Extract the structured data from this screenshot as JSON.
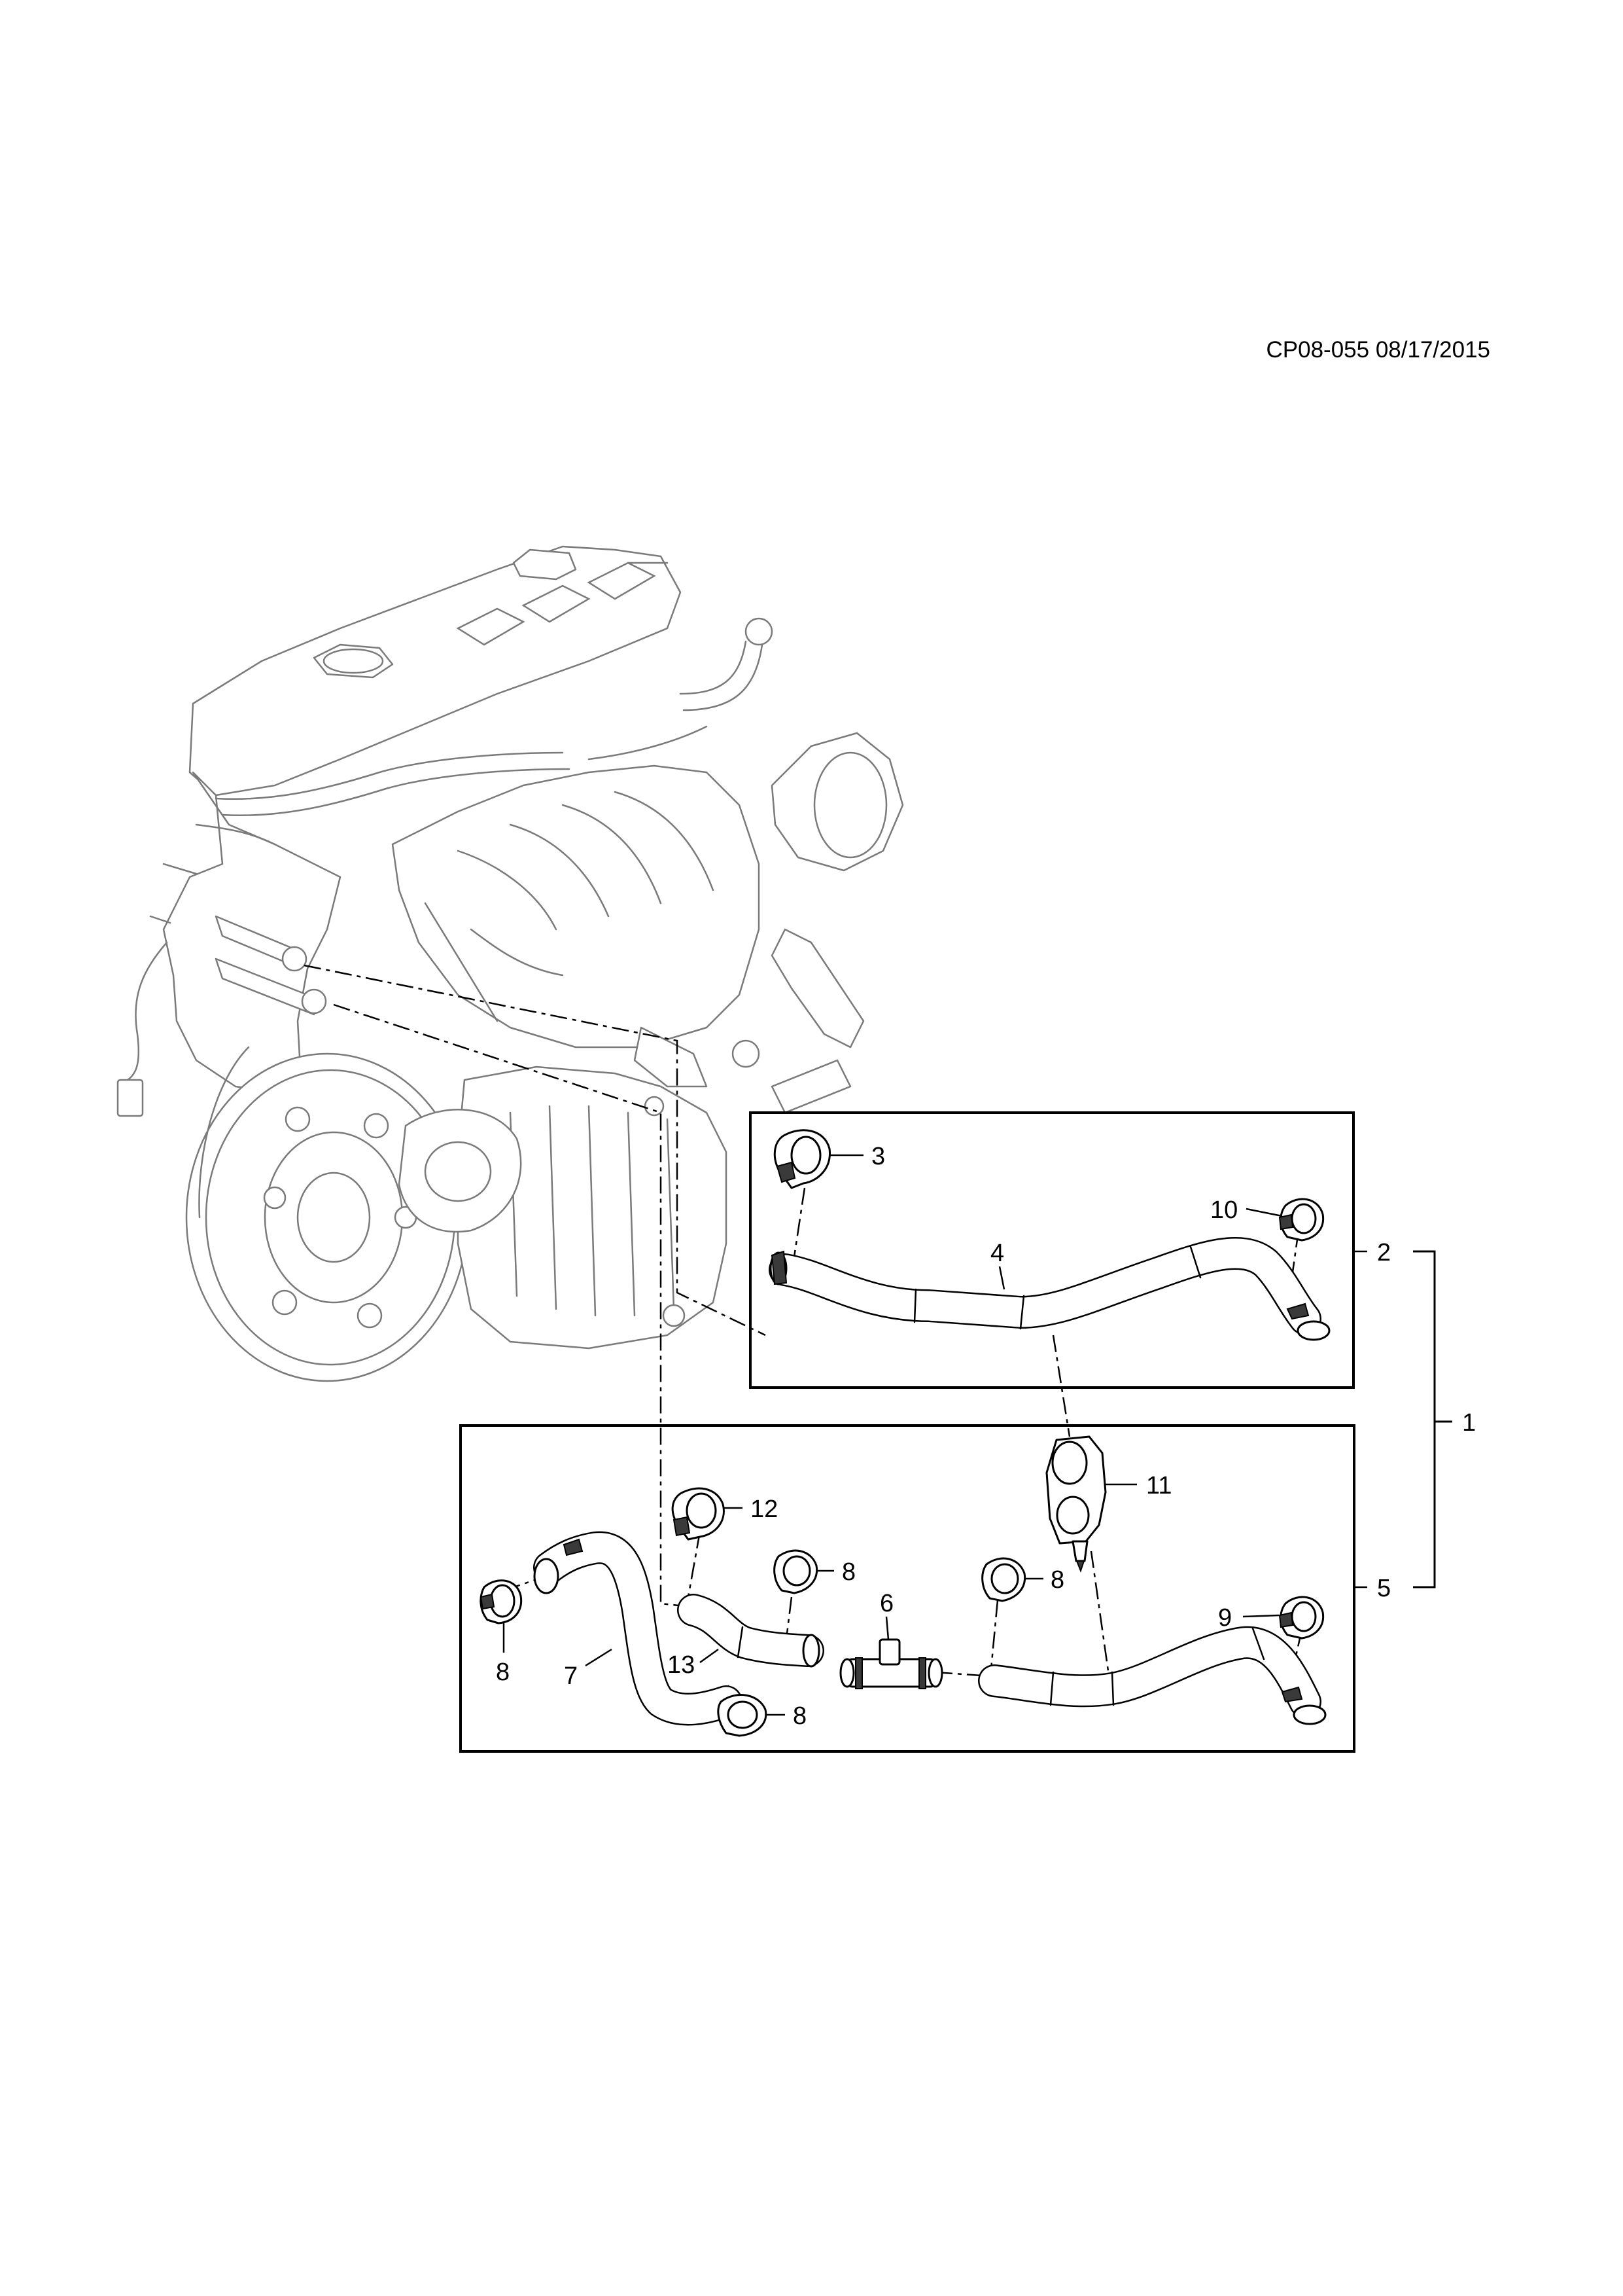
{
  "document_id": "CP08-055 08/17/2015",
  "callouts": {
    "c1": "1",
    "c2": "2",
    "c3": "3",
    "c4": "4",
    "c5": "5",
    "c6": "6",
    "c7": "7",
    "c8a": "8",
    "c8b": "8",
    "c8c": "8",
    "c8d": "8",
    "c9": "9",
    "c10": "10",
    "c11": "11",
    "c12": "12",
    "c13": "13"
  },
  "colors": {
    "line": "#000000",
    "engine_outline": "#7a7a7a",
    "background": "#ffffff"
  }
}
